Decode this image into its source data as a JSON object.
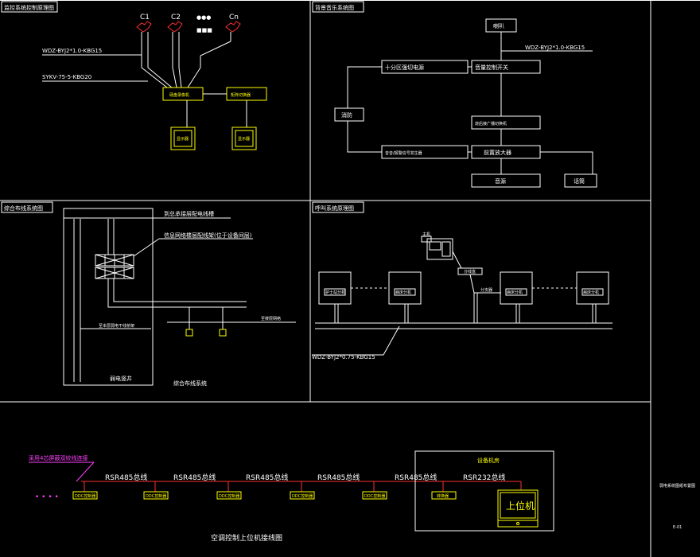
{
  "colors": {
    "background": "#000000",
    "line": "#ffffff",
    "equipment": "#ffff00",
    "bus": "#ff3030",
    "note": "#ff40ff"
  },
  "panel_titles": {
    "monitor": "监控系统控制原理图",
    "music": "背景音乐系统图",
    "cabling": "综合布线系统图",
    "intercom": "呼叫系统原理图"
  },
  "monitor": {
    "cameras": [
      "C1",
      "C2",
      "Cn"
    ],
    "dots_top": "●●●",
    "dots_bottom": "■■■",
    "cable1": "WDZ-BYJ2*1.0-KBG15",
    "cable2": "SYKV-75-5-KBG20",
    "recorder": "硬盘录像机",
    "switcher": "矩阵切换器",
    "display1": "显示器",
    "display2": "显示器"
  },
  "music": {
    "speaker": "喇叭",
    "cable": "WDZ-BYJ2*1.0-KBG15",
    "zone_power": "十分区强切电源",
    "volume": "音量控制开关",
    "fire": "消防",
    "fire_broadcast": "烧后接广播切换机",
    "alarm_gen": "音音/报警信号发生器",
    "amplifier": "前置放大器",
    "source": "音源",
    "mic": "话筒"
  },
  "cabling": {
    "label1": "到总承接层配电线槽",
    "label2": "信息网络楼层配线架(位于设备间层)",
    "label3": "至本层弱电干线桥架",
    "label4": "至楼层网络",
    "room": "弱电竖井",
    "caption": "综合布线系统"
  },
  "intercom": {
    "host": "主机",
    "junction": "分线盒",
    "branch": "分支器",
    "stations": [
      "护士站分机",
      "病床分机",
      "病床分机",
      "病床分机"
    ],
    "cable": "WDZ-BYJ2*0.75-KBG15"
  },
  "hvac": {
    "note": "采用4芯屏蔽双绞线连接",
    "dots": "• • • •",
    "buses": [
      "RSR485总线",
      "RSR485总线",
      "RSR485总线",
      "RSR485总线",
      "RSR485总线",
      "RSR232总线"
    ],
    "ddc": [
      "DDC控制器",
      "DDC控制器",
      "DDC控制器",
      "DDC控制器",
      "DDC控制器"
    ],
    "equipment_room": "设备机房",
    "converter": "转换器",
    "host": "上位机",
    "caption": "空调控制上位机接线图"
  },
  "side_strip": {
    "label": "弱电系统图纸布置图",
    "code": "E-01"
  }
}
